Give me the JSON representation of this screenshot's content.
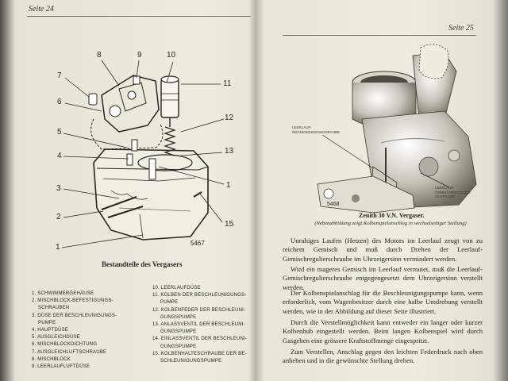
{
  "left_page": {
    "header": "Seite 24",
    "figure_numbers": [
      "8",
      "9",
      "10",
      "11",
      "7",
      "6",
      "12",
      "5",
      "4",
      "13",
      "1",
      "3",
      "2",
      "15",
      "1"
    ],
    "drawing_code": "5467",
    "caption": "Bestandteile des Vergasers",
    "parts_col1": [
      "1. SCHWIMMERGEHÄUSE",
      "2. MISCHBLOCK-BEFESTIGUNGS-",
      "   SCHRAUBEN",
      "3. DÜSE DER BESCHLEUNIGUNGS-",
      "   PUMPE",
      "4. HAUPTDÜSE",
      "5. AUSGLEICHDÜSE",
      "6. MISCHBLOCKDICHTUNG",
      "7. AUSGLEICHLUFTSCHRAUBE",
      "8. MISCHBLOCK",
      "9. LEERLAUFLUFTDÜSE"
    ],
    "parts_col2": [
      "10. LEERLAUFDÜSE",
      "11. KOLBEN DER BESCHLEUNIGUNGS-",
      "    PUMPE",
      "12. KOLBENFEDER DER BESCHLEUNI-",
      "    GUNGSPUMPE",
      "13. ANLASSVENTIL DER BESCHLEUNI-",
      "    GUNGSPUMPE",
      "14. EINLASSVENTIL DER BESCHLEUNI-",
      "    GUNGSPUMPE",
      "15. KOLBENHALTESCHRAUBE DER BE-",
      "    SCHLEUNIGUNGSPUMPE"
    ]
  },
  "right_page": {
    "header": "Seite 25",
    "label_left": [
      "LEERLAUF-",
      "REGNENZUNGSSCHRAUBE"
    ],
    "label_right": [
      "LEERLAUF-",
      "GEMISCHREGULIER-",
      "SCHRAUBE"
    ],
    "drawing_code": "5468",
    "caption": "Zenith 30 V.N. Vergaser.",
    "subcaption": "(Nebenabbildung zeigt Kolbenspielanschlag in wechselseitiger Stellung)",
    "paragraphs": [
      "Unruhiges Laufen (Hetzen) des Motors im Leerlauf zeugt von zu reichem Gemisch und muß durch Drehen der Leerlauf-Gemischregulierschraube im Uhrzeigersinn vermindert werden.",
      "Wird ein mageres Gemisch im Leerlauf vermutet, muß die Leerlauf-Gemischregulierschraube entgegengesetzt dem Uhrzeigersinn verstellt werden.",
      "Der Kolbenspielanschlag für die Beschleunigungspumpe kann, wenn erforderlich, vom Wagenbesitzer durch eine halbe Umdrehung verstellt werden, wie in der Abbildung auf dieser Seite illustriert.",
      "Durch die Verstellmöglichkeit kann entweder ein langer oder kurzer Kolbenhub eingestellt werden. Beim langen Kolbenspiel wird durch Gasgeben eine grössere Kraftstoffmenge eingespritzt.",
      "Zum Verstellen, Anschlag gegen den leichten Federdruck nach oben anheben und in die gewünschte Stellung drehen."
    ]
  }
}
